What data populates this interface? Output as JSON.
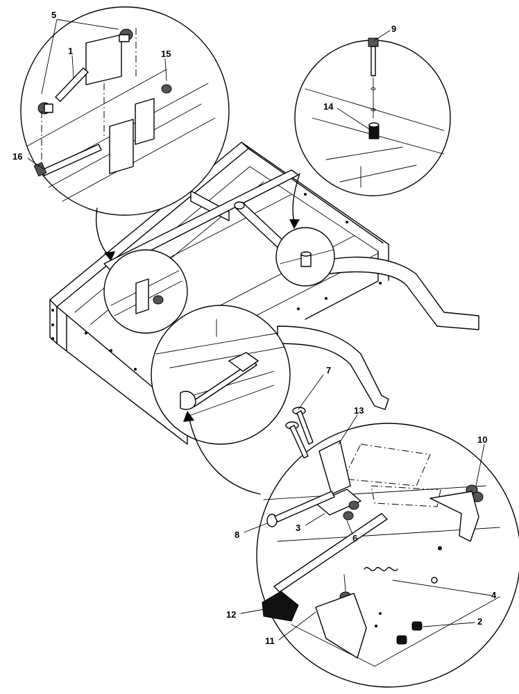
{
  "diagram": {
    "callouts": [
      {
        "id": "c1",
        "text": "1"
      },
      {
        "id": "c2",
        "text": "2"
      },
      {
        "id": "c3",
        "text": "3"
      },
      {
        "id": "c4",
        "text": "4"
      },
      {
        "id": "c5",
        "text": "5"
      },
      {
        "id": "c6",
        "text": "6"
      },
      {
        "id": "c7",
        "text": "7"
      },
      {
        "id": "c8",
        "text": "8"
      },
      {
        "id": "c9",
        "text": "9"
      },
      {
        "id": "c10",
        "text": "10"
      },
      {
        "id": "c11",
        "text": "11"
      },
      {
        "id": "c12",
        "text": "12"
      },
      {
        "id": "c13",
        "text": "13"
      },
      {
        "id": "c14",
        "text": "14"
      },
      {
        "id": "c15",
        "text": "15"
      },
      {
        "id": "c16",
        "text": "16"
      }
    ]
  }
}
